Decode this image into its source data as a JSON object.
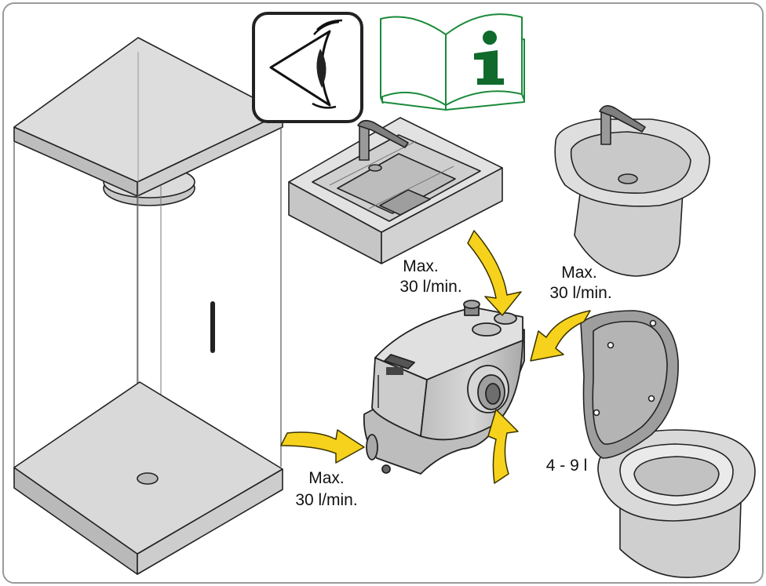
{
  "labels": {
    "sink_line1": "Max.",
    "sink_line2": "30 l/min.",
    "bidet_line1": "Max.",
    "bidet_line2": "30 l/min.",
    "shower_line1": "Max.",
    "shower_line2": "30 l/min.",
    "toilet_volume": "4 - 9 l"
  },
  "icons": {
    "eye": "eye-icon",
    "manual": "info-manual-icon"
  },
  "colors": {
    "arrow_fill": "#f6d21c",
    "arrow_stroke": "#3a3300",
    "manual_info": "#0f6a2c",
    "manual_outline": "#1a8a3a",
    "fixture_fill": "#d4d4d4",
    "frame": "#9a9a9a"
  }
}
